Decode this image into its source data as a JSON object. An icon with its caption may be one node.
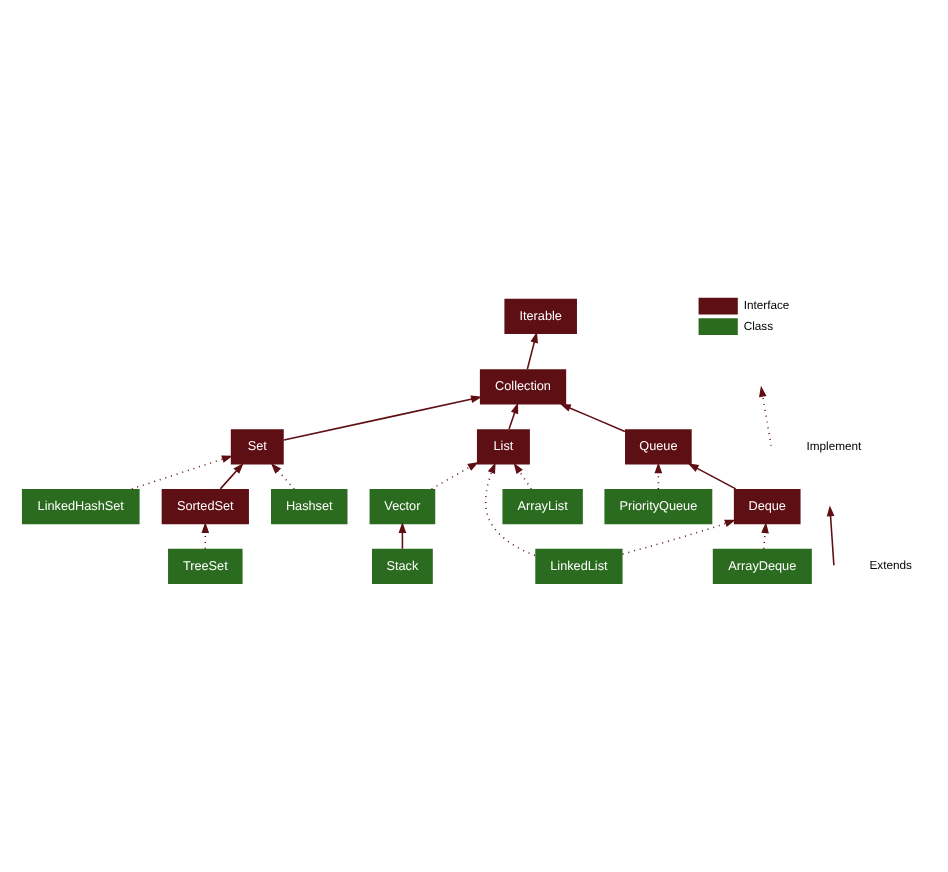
{
  "diagram": {
    "nodes": [
      {
        "text": [
          "Iterable"
        ]
      },
      {
        "text": [
          "Collection"
        ]
      },
      {
        "text": [
          "List"
        ]
      },
      {
        "text": [
          "Queue"
        ]
      },
      {
        "text": [
          "Set"
        ]
      },
      {
        "text": [
          "PriorityQueue"
        ]
      },
      {
        "text": [
          "Hashset"
        ]
      },
      {
        "text": [
          "ArrayList"
        ]
      },
      {
        "text": [
          "Deque"
        ]
      },
      {
        "text": [
          "LinkedHashSet"
        ]
      },
      {
        "text": [
          "LinkedList"
        ]
      },
      {
        "text": [
          "Vector"
        ]
      },
      {
        "text": [
          "ArrayDeque"
        ]
      },
      {
        "text": [
          "SortedSet"
        ]
      },
      {
        "text": [
          "Stack"
        ]
      },
      {
        "text": [
          "TreeSet"
        ]
      }
    ],
    "edges": [
      {
        "from": 1,
        "to": 0,
        "arrow": "to"
      },
      {
        "from": 2,
        "to": 1,
        "arrow": "to"
      },
      {
        "from": 3,
        "to": 1,
        "arrow": "to"
      },
      {
        "from": 4,
        "to": 1,
        "arrow": "to"
      },
      {
        "from": 5,
        "to": 3,
        "arrow": "to",
        "style": "dashed"
      },
      {
        "from": 8,
        "to": 3,
        "arrow": "to"
      },
      {
        "from": 7,
        "to": 2,
        "arrow": "to",
        "style": "dashed"
      },
      {
        "from": 10,
        "to": 2,
        "arrow": "to",
        "style": "dashed"
      },
      {
        "from": 11,
        "to": 2,
        "arrow": "to",
        "style": "dashed"
      },
      {
        "from": 10,
        "to": 8,
        "arrow": "to",
        "style": "dashed"
      },
      {
        "from": 12,
        "to": 8,
        "arrow": "to",
        "style": "dashed"
      },
      {
        "from": 14,
        "to": 11,
        "arrow": "to"
      },
      {
        "from": 6,
        "to": 4,
        "arrow": "to",
        "style": "dashed"
      },
      {
        "from": 9,
        "to": 4,
        "arrow": "to",
        "style": "dashed"
      },
      {
        "from": 13,
        "to": 4,
        "arrow": "to"
      },
      {
        "from": 15,
        "to": 13,
        "arrow": "to",
        "style": "dashed"
      }
    ],
    "legend": [
      {
        "text": "Interface",
        "color": "#5e0f14"
      },
      {
        "text": "Class",
        "color": "#2b6b1f"
      },
      {
        "text": "Implement"
      },
      {
        "text": "Extends"
      }
    ]
  }
}
